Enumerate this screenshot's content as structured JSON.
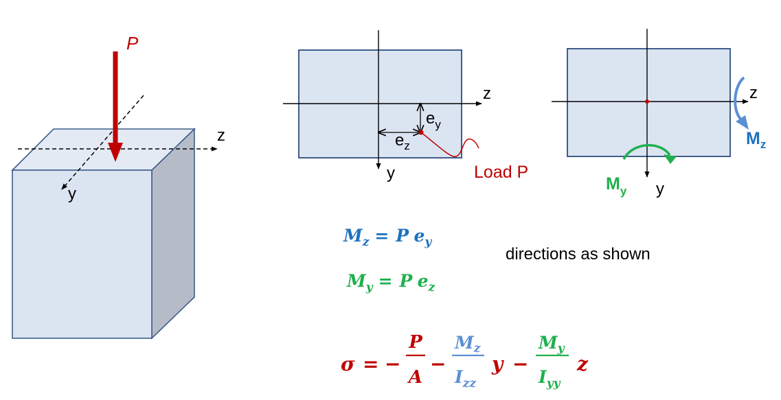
{
  "colors": {
    "face_front": "#dbe4f1",
    "face_top": "#e3eaf4",
    "face_side": "#b6bcc7",
    "edge": "#3f5d8a",
    "load": "#c00000",
    "mz": "#1f72bd",
    "mz_light": "#5b8fd4",
    "my": "#1fb04d"
  },
  "block": {
    "load_label": "P",
    "z_label": "z",
    "y_label": "y"
  },
  "section1": {
    "z_label": "z",
    "y_label": "y",
    "ey_base": "e",
    "ey_sub": "y",
    "ez_base": "e",
    "ez_sub": "z",
    "load_label": "Load P"
  },
  "section2": {
    "z_label": "z",
    "y_label": "y",
    "mz_base": "M",
    "mz_sub": "z",
    "my_base": "M",
    "my_sub": "y"
  },
  "equations": {
    "mz": {
      "lhs": "M",
      "lhs_sub": "z",
      "eq": "=",
      "p": "P",
      "e": "e",
      "e_sub": "y"
    },
    "my": {
      "lhs": "M",
      "lhs_sub": "y",
      "eq": "=",
      "p": "P",
      "e": "e",
      "e_sub": "z"
    },
    "sigma": {
      "sigma": "σ",
      "eq": "=",
      "minus1": "−",
      "f1_num": "P",
      "f1_den": "A",
      "minus2": "−",
      "f2_num": "M",
      "f2_num_sub": "z",
      "f2_den": "I",
      "f2_den_sub": "zz",
      "var_y": "y",
      "minus3": "−",
      "f3_num": "M",
      "f3_num_sub": "y",
      "f3_den": "I",
      "f3_den_sub": "yy",
      "var_z": "z"
    }
  },
  "note": "directions as shown"
}
